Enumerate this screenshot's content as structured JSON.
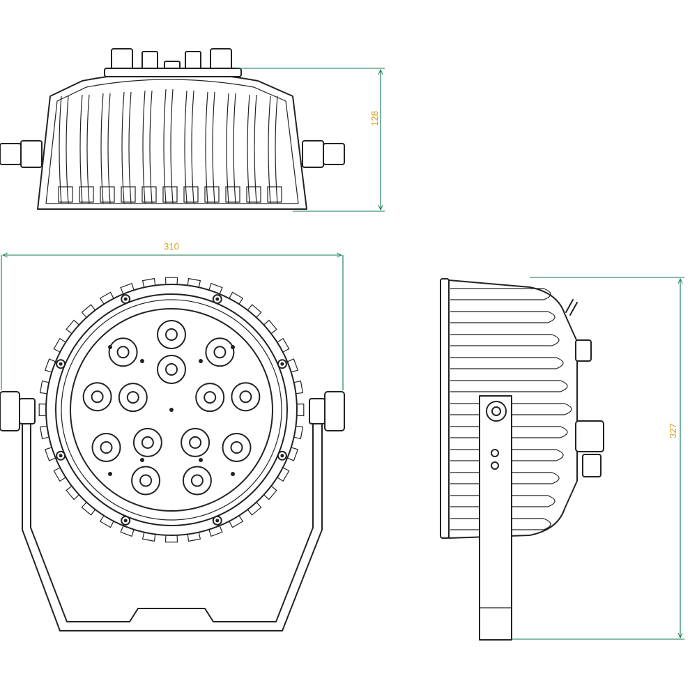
{
  "dimensions": {
    "height_top_view": "128",
    "width_front_view": "310",
    "height_side_view": "327"
  },
  "colors": {
    "line": "#222222",
    "dimension_line": "#0f7a4a",
    "dimension_text": "#d4a017",
    "background": "#ffffff"
  }
}
